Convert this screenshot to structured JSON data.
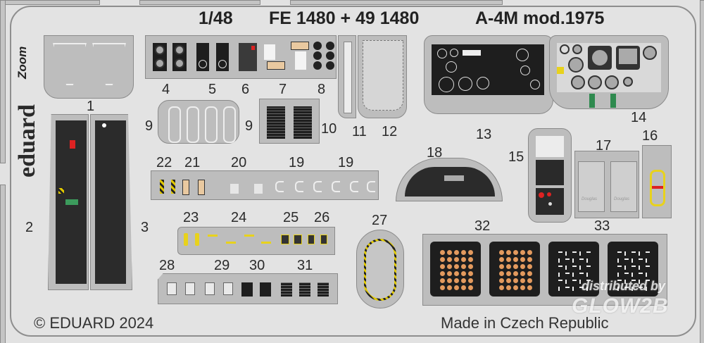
{
  "sheet": {
    "scale": "1/48",
    "product_code": "FE 1480 + 49 1480",
    "model": "A-4M mod.1975",
    "brand_logo": "eduard",
    "brand_sub_logo": "Zoom",
    "copyright": "© EDUARD 2024",
    "origin": "Made in Czech Republic"
  },
  "watermark": {
    "line1": "distributed by",
    "line2": "GLOW2B"
  },
  "part_labels": [
    {
      "id": "1",
      "label": "1"
    },
    {
      "id": "2",
      "label": "2"
    },
    {
      "id": "3",
      "label": "3"
    },
    {
      "id": "4",
      "label": "4"
    },
    {
      "id": "5",
      "label": "5"
    },
    {
      "id": "6",
      "label": "6"
    },
    {
      "id": "7",
      "label": "7"
    },
    {
      "id": "8",
      "label": "8"
    },
    {
      "id": "9a",
      "label": "9"
    },
    {
      "id": "9b",
      "label": "9"
    },
    {
      "id": "10",
      "label": "10"
    },
    {
      "id": "11",
      "label": "11"
    },
    {
      "id": "12",
      "label": "12"
    },
    {
      "id": "13",
      "label": "13"
    },
    {
      "id": "14",
      "label": "14"
    },
    {
      "id": "15",
      "label": "15"
    },
    {
      "id": "16",
      "label": "16"
    },
    {
      "id": "17",
      "label": "17"
    },
    {
      "id": "18",
      "label": "18"
    },
    {
      "id": "19a",
      "label": "19"
    },
    {
      "id": "19b",
      "label": "19"
    },
    {
      "id": "20",
      "label": "20"
    },
    {
      "id": "21",
      "label": "21"
    },
    {
      "id": "22",
      "label": "22"
    },
    {
      "id": "23",
      "label": "23"
    },
    {
      "id": "24",
      "label": "24"
    },
    {
      "id": "25",
      "label": "25"
    },
    {
      "id": "26",
      "label": "26"
    },
    {
      "id": "27",
      "label": "27"
    },
    {
      "id": "28",
      "label": "28"
    },
    {
      "id": "29",
      "label": "29"
    },
    {
      "id": "30",
      "label": "30"
    },
    {
      "id": "31",
      "label": "31"
    },
    {
      "id": "32",
      "label": "32"
    },
    {
      "id": "33",
      "label": "33"
    }
  ],
  "panel_markings": {
    "part17_text": "Douglas"
  },
  "colors": {
    "fret": "#bdbdbd",
    "background": "#e2e2e2",
    "panel_black": "#1e1e1e",
    "yellow": "#e8d21c",
    "orange_dot": "#e39a5e",
    "red": "#d22"
  }
}
